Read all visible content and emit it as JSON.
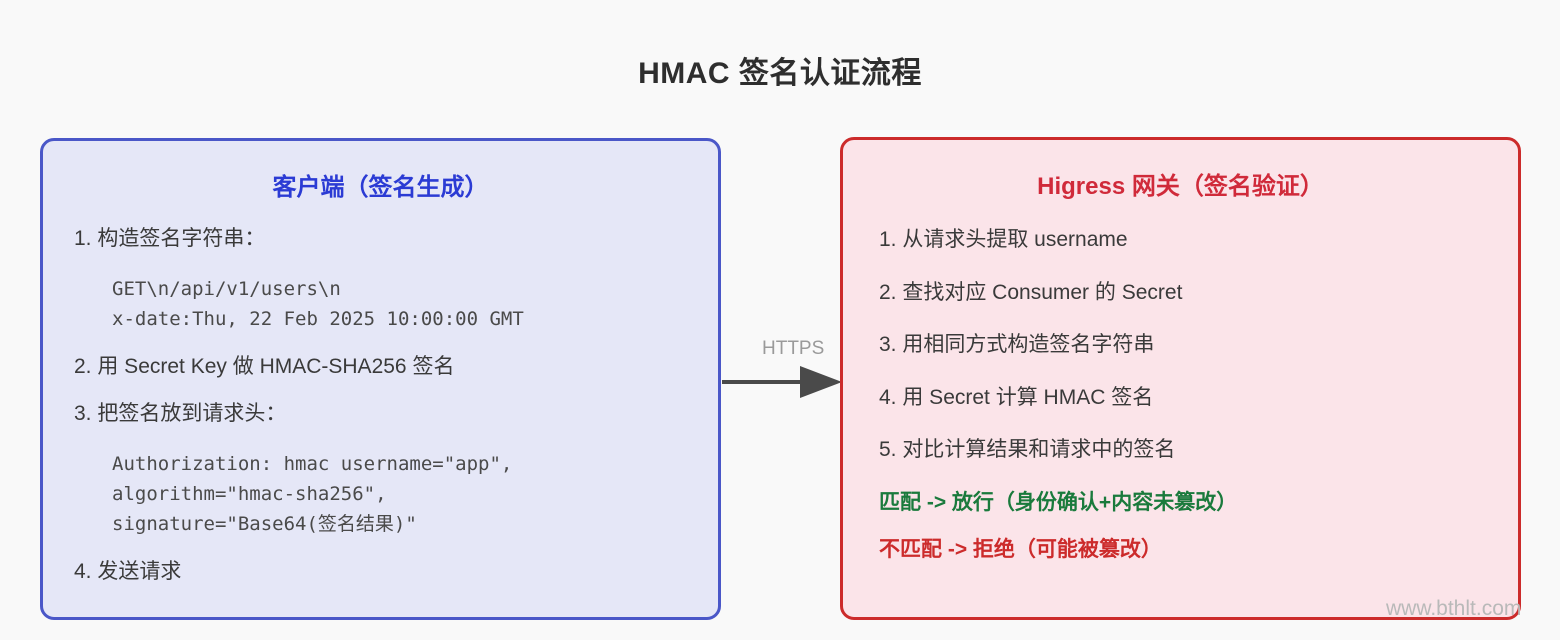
{
  "title": "HMAC 签名认证流程",
  "background_color": "#f9f9f9",
  "client": {
    "title": "客户端（签名生成）",
    "border_color": "#4a57c8",
    "fill_color": "#e5e7f7",
    "title_color": "#2b3bd4",
    "steps": [
      "1. 构造签名字符串：",
      "2. 用 Secret Key 做 HMAC-SHA256 签名",
      "3. 把签名放到请求头：",
      "4. 发送请求"
    ],
    "string_to_sign": [
      "GET\\n/api/v1/users\\n",
      "x-date:Thu, 22 Feb 2025 10:00:00 GMT"
    ],
    "authorization_header": [
      "Authorization: hmac username=\"app\",",
      "algorithm=\"hmac-sha256\",",
      "signature=\"Base64(签名结果)\""
    ]
  },
  "gateway": {
    "title": "Higress 网关（签名验证）",
    "border_color": "#cc2b2b",
    "fill_color": "#fbe4e9",
    "title_color": "#d02a3a",
    "steps": [
      "1. 从请求头提取 username",
      "2. 查找对应 Consumer 的 Secret",
      "3. 用相同方式构造签名字符串",
      "4. 用 Secret 计算 HMAC 签名",
      "5. 对比计算结果和请求中的签名"
    ],
    "verdicts": [
      {
        "text": "匹配 -> 放行（身份确认+内容未篡改）",
        "color": "#1a7a3c"
      },
      {
        "text": "不匹配 -> 拒绝（可能被篡改）",
        "color": "#cc2b2b"
      }
    ]
  },
  "connector": {
    "label": "HTTPS",
    "color": "#4a4a4a",
    "label_color": "#9a9a9a"
  },
  "watermark": "www.bthlt.com"
}
